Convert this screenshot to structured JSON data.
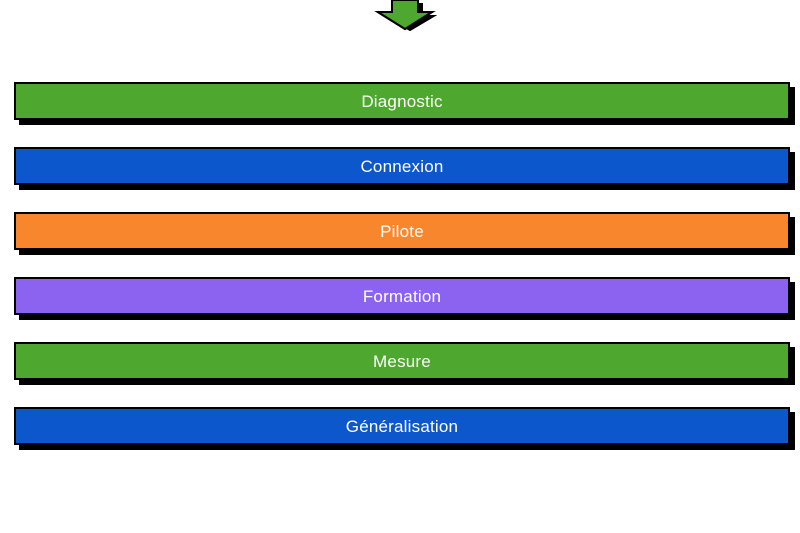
{
  "diagram": {
    "background_color": "#FFFFFF",
    "shadow_color": "#000000",
    "text_color": "#FFFFFF",
    "steps": [
      {
        "label": "Diagnostic",
        "color": "#4EA72E"
      },
      {
        "label": "Connexion",
        "color": "#0B57CB"
      },
      {
        "label": "Pilote",
        "color": "#F8862D"
      },
      {
        "label": "Formation",
        "color": "#8C63F0"
      },
      {
        "label": "Mesure",
        "color": "#4EA72E"
      },
      {
        "label": "Généralisation",
        "color": "#0B57CB"
      }
    ],
    "connectors": [
      {
        "from": "Diagnostic",
        "to": "Connexion",
        "color": "#4EA72E"
      },
      {
        "from": "Connexion",
        "to": "Pilote",
        "color": "#0B57CB"
      },
      {
        "from": "Pilote",
        "to": "Formation",
        "color": "#F8862D"
      },
      {
        "from": "Formation",
        "to": "Mesure",
        "color": "#8C63F0"
      },
      {
        "from": "Mesure",
        "to": "Généralisation",
        "color": "#4EA72E"
      }
    ]
  }
}
